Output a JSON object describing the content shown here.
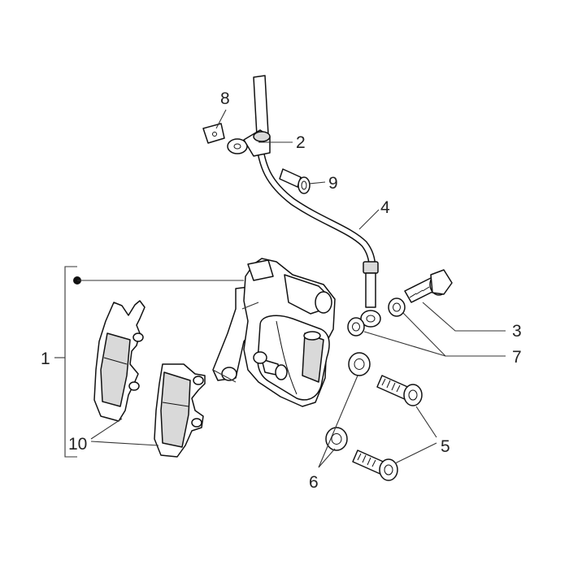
{
  "callouts": {
    "c1": "1",
    "c2": "2",
    "c3": "3",
    "c4": "4",
    "c5": "5",
    "c6": "6",
    "c7": "7",
    "c8": "8",
    "c9": "9",
    "c10": "10"
  },
  "colors": {
    "line": "#111111",
    "fill": "#d9d9d9",
    "background": "#ffffff"
  }
}
